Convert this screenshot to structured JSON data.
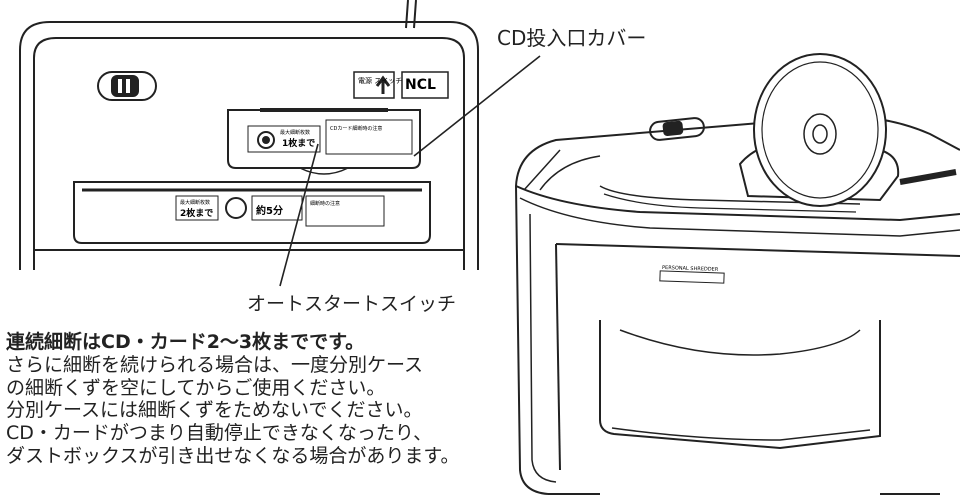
{
  "callouts": {
    "cd_cover": "CD投入口カバー",
    "auto_switch": "オートスタートスイッチ"
  },
  "notes": {
    "lead": "連続細断はCD・カード2〜3枚までです。",
    "lines": [
      "さらに細断を続けられる場合は、一度分別ケース",
      "の細断くずを空にしてからご使用ください。",
      "分別ケースには細断くずをためないでください。",
      "CD・カードがつまり自動停止できなくなったり、",
      "ダストボックスが引き出せなくなる場合があります。"
    ]
  },
  "device_labels": {
    "power_switch": "電源\nスイッチ",
    "brand": "NCL",
    "cd_max_title": "最大細断枚数",
    "cd_max_value": "1枚まで",
    "paper_max_title": "最大細断枚数",
    "paper_max_value": "2枚まで",
    "continuous_time": "約5分",
    "caution_title": "細断時の注意",
    "cd_caution_title": "CDカード細断時の注意",
    "model_label": "PERSONAL SHREDDER"
  }
}
